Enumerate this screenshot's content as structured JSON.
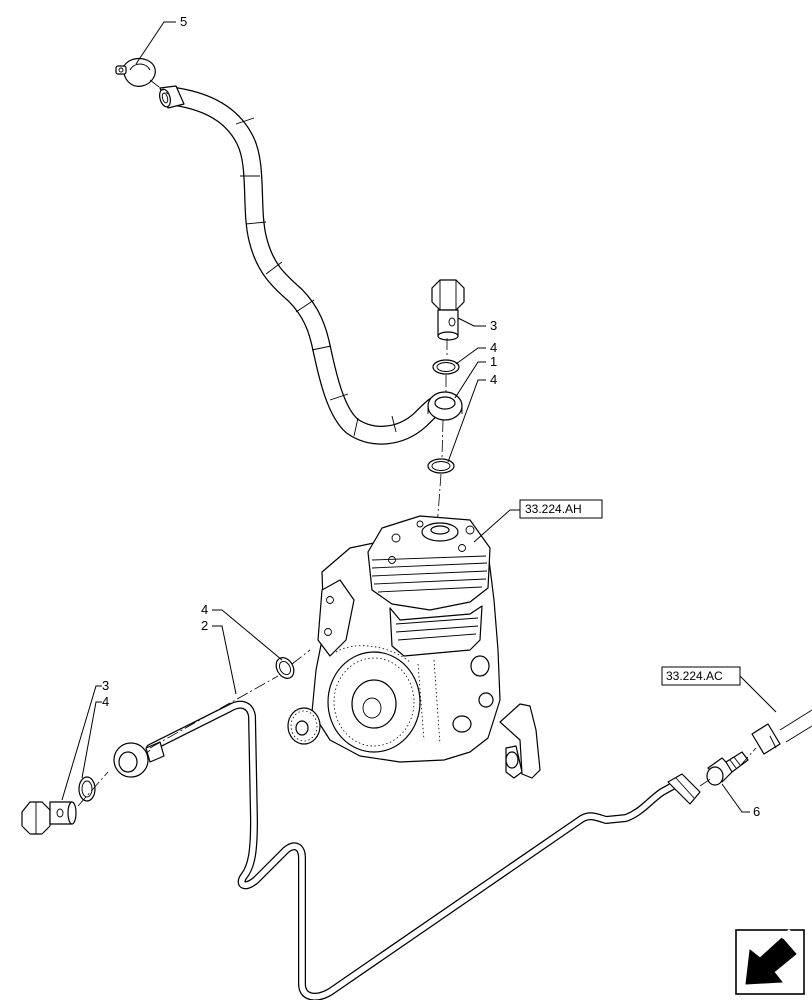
{
  "callouts": {
    "c5": "5",
    "c3_top": "3",
    "c4_top_a": "4",
    "c1": "1",
    "c4_top_b": "4",
    "c4_left": "4",
    "c2": "2",
    "c3_left": "3",
    "c4_left_b": "4",
    "c6": "6"
  },
  "references": {
    "compressor_ref": "33.224.AH",
    "line_ref": "33.224.AC"
  },
  "icons": {
    "nav_icon": "arrow-down-left-icon"
  }
}
